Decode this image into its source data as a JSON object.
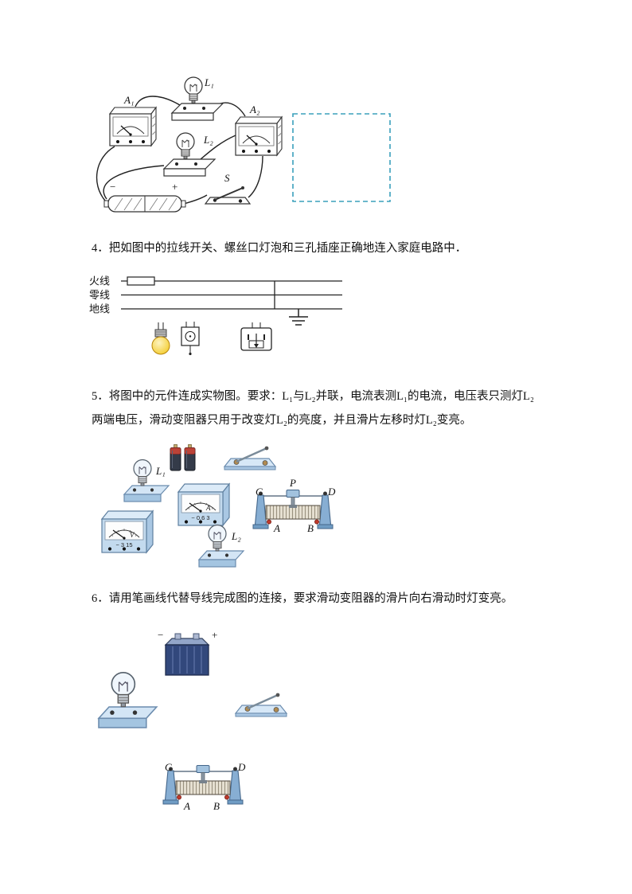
{
  "figure_top": {
    "labels": {
      "a1": "A₁",
      "l1": "L₁",
      "a2": "A₂",
      "l2": "L₂",
      "s": "S",
      "plus": "+",
      "minus": "−"
    }
  },
  "q4": {
    "text": "4．把如图中的拉线开关、螺丝口灯泡和三孔插座正确地连入家庭电路中．",
    "wire_labels": {
      "live": "火线",
      "neutral": "零线",
      "earth": "地线"
    }
  },
  "q5": {
    "text_line1": "5．将图中的元件连成实物图。要求：L₁与L₂并联，电流表测L₁的电流，电压表只测灯L₂",
    "text_line2": "两端电压，滑动变阻器只用于改变灯L₂的亮度，并且滑片左移时灯L₂变亮。",
    "labels": {
      "l1": "L₁",
      "l2": "L₂",
      "ammeter_letter": "A",
      "ammeter_terminals": "−  0.6  3",
      "voltmeter_letter": "V",
      "voltmeter_terminals": "−  3  15",
      "c": "C",
      "p": "P",
      "d": "D",
      "a": "A",
      "b": "B"
    }
  },
  "q6": {
    "text": "6．请用笔画线代替导线完成图的连接，要求滑动变阻器的滑片向右滑动时灯变亮。",
    "labels": {
      "minus": "−",
      "plus": "+",
      "c": "C",
      "d": "D",
      "a": "A",
      "b": "B"
    }
  }
}
